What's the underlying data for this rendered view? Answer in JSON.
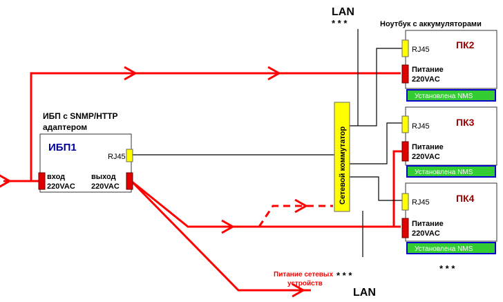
{
  "ups": {
    "caption_line1": "ИБП с SNMP/HTTP",
    "caption_line2": "адаптером",
    "name": "ИБП1",
    "rj45": "RJ45",
    "input_label": "вход",
    "input_voltage": "220VAC",
    "output_label": "выход",
    "output_voltage": "220VAC"
  },
  "switch": {
    "label": "Сетевой коммутатор"
  },
  "lan_top": {
    "label": "LAN",
    "stars": "* * *"
  },
  "lan_bottom": {
    "label": "LAN",
    "stars": "* * *"
  },
  "laptop_caption": "Ноутбук с аккумуляторами",
  "pcs": [
    {
      "name": "ПК2",
      "rj45": "RJ45",
      "power_label": "Питание",
      "power_voltage": "220VAC",
      "nms": "Установлена NMS"
    },
    {
      "name": "ПК3",
      "rj45": "RJ45",
      "power_label": "Питание",
      "power_voltage": "220VAC",
      "nms": "Установлена NMS"
    },
    {
      "name": "ПК4",
      "rj45": "RJ45",
      "power_label": "Питание",
      "power_voltage": "220VAC",
      "nms": "Установлена NMS"
    }
  ],
  "more_pcs": "* * *",
  "network_power": {
    "line1": "Питание сетевых",
    "line2": "устройств"
  },
  "colors": {
    "power": "#ff0000",
    "connector_red": "#e00000",
    "connector_yellow": "#ffff00",
    "nms_fill": "#33cc33",
    "nms_border": "#0000cc",
    "pc_name": "#990000",
    "ups_name": "#000099"
  }
}
